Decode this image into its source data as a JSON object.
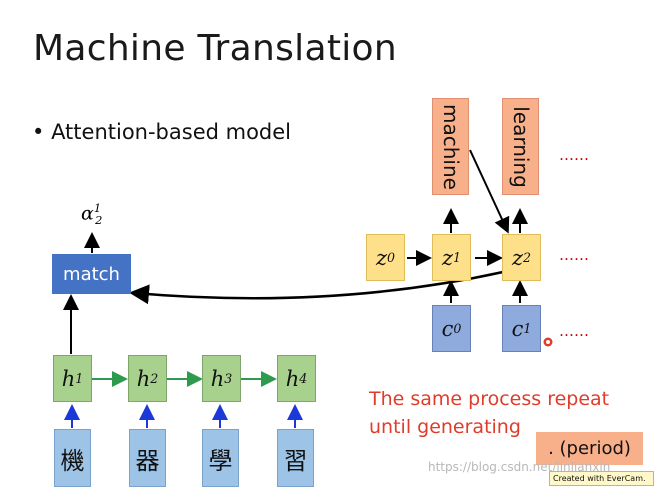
{
  "title": "Machine Translation",
  "bullet": "Attention-based model",
  "alpha": {
    "base": "α",
    "sup": "1",
    "sub": "2"
  },
  "match_label": "match",
  "encoder": {
    "hidden": [
      {
        "base": "h",
        "sup": "1"
      },
      {
        "base": "h",
        "sup": "2"
      },
      {
        "base": "h",
        "sup": "3"
      },
      {
        "base": "h",
        "sup": "4"
      }
    ],
    "inputs": [
      "機",
      "器",
      "學",
      "習"
    ]
  },
  "decoder": {
    "states": [
      {
        "base": "z",
        "sup": "0"
      },
      {
        "base": "z",
        "sup": "1"
      },
      {
        "base": "z",
        "sup": "2"
      }
    ],
    "contexts": [
      {
        "base": "c",
        "sup": "0"
      },
      {
        "base": "c",
        "sup": "1"
      }
    ],
    "outputs": [
      "machine",
      "learning"
    ],
    "dots": "……"
  },
  "note_line1": "The same process repeat",
  "note_line2": "until generating",
  "period_label": ". (period)",
  "watermark": "https://blog.csdn.net/linlianxin",
  "evercam": "Created with EverCam."
}
